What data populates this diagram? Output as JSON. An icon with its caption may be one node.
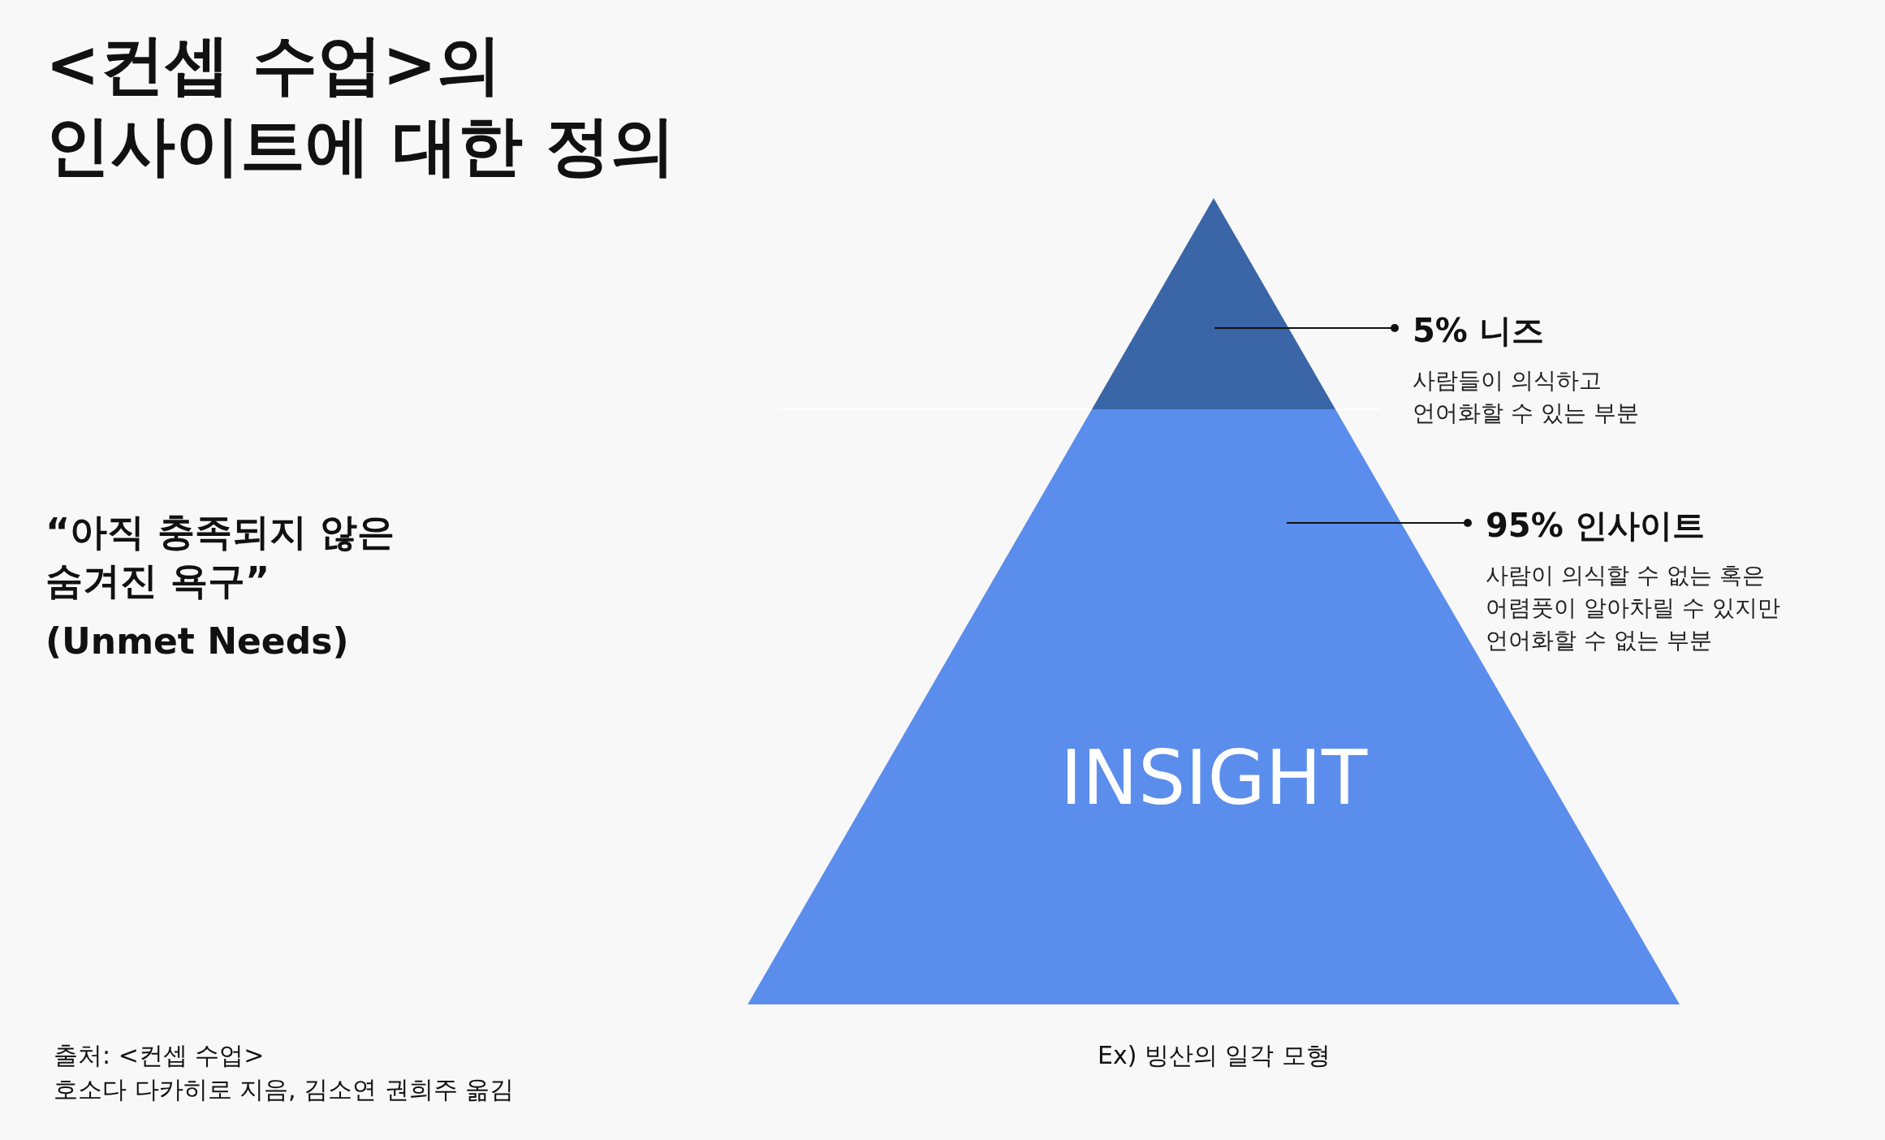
{
  "diagram": {
    "title": "<컨셉 수업>의 인사이트에 대한 정의",
    "nodes": [
      {
        "text": [],
        "shape": "triangle"
      },
      {
        "text": [
          "INSIGHT"
        ]
      },
      {
        "text": [
          "5% 니즈",
          "사람들이 의식하고 언어화할 수 있는 부분"
        ]
      },
      {
        "text": [
          "95% 인사이트",
          "사람이 의식할 수 없는 혹은 어렴풋이 알아차릴 수 있지만 언어화할 수 없는 부분"
        ]
      }
    ],
    "edges": [
      {
        "from": 2,
        "to": 0,
        "arrow": "other"
      },
      {
        "from": 3,
        "to": 1,
        "arrow": "other"
      }
    ],
    "labels": [
      "“아직 충족되지 않은 숨겨진 욕구”",
      "(Unmet Needs)",
      "출처: <컨셉 수업>",
      "호소다 다카히로 지음, 김소연 권희주 옮김",
      "Ex) 빙산의 일각 모형"
    ]
  }
}
